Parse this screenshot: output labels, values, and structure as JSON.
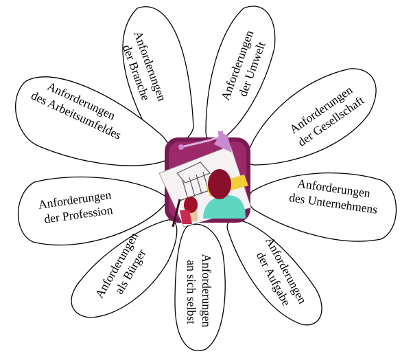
{
  "petals": [
    {
      "id": "branche",
      "lines": [
        "Anforderungen",
        "der Branche"
      ]
    },
    {
      "id": "umwelt",
      "lines": [
        "Anforderungen",
        "der Umwelt"
      ]
    },
    {
      "id": "gesellschaft",
      "lines": [
        "Anforderungen",
        "der Gesellschaft"
      ]
    },
    {
      "id": "unternehmen",
      "lines": [
        "Anforderungen",
        "des Unternehmens"
      ]
    },
    {
      "id": "aufgabe",
      "lines": [
        "Anforderungen",
        "der Aufgabe"
      ]
    },
    {
      "id": "selbst",
      "lines": [
        "Anforderungen",
        "an sich selbst"
      ]
    },
    {
      "id": "buerger",
      "lines": [
        "Anforderungen",
        "als Bürger"
      ]
    },
    {
      "id": "profession",
      "lines": [
        "Anforderungen",
        "der Profession"
      ]
    },
    {
      "id": "arbeitsumfeld",
      "lines": [
        "Anforderungen",
        "des Arbeitsumfeldes"
      ]
    }
  ],
  "colors": {
    "tile_dark": "#7a1a52",
    "tile_mid": "#9c2a6a",
    "lamp": "#c88ad0",
    "head": "#8a0f2a",
    "shirt": "#5fd6c2",
    "ruler": "#f4cc3a",
    "board": "#f6f2f4"
  },
  "icon": "architect-drawing-board-icon"
}
